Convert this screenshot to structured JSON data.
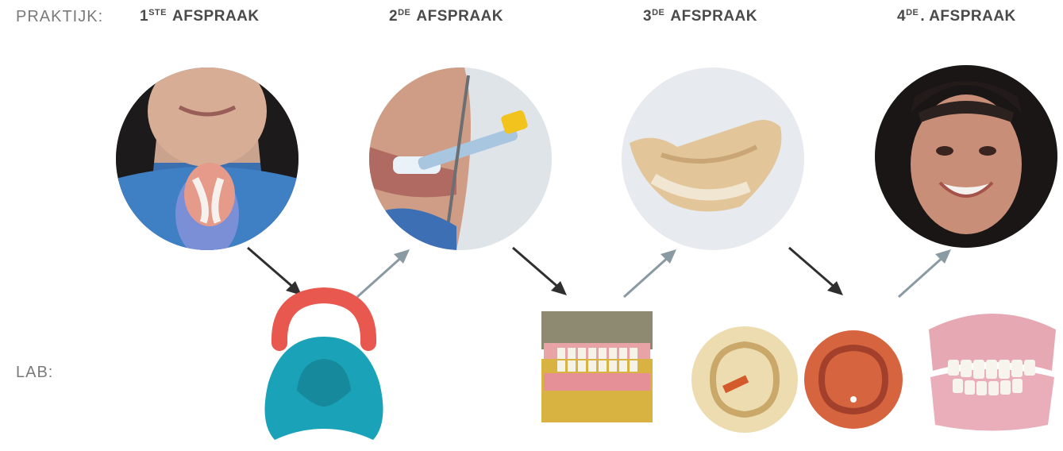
{
  "labels": {
    "praktijk": "PRAKTIJK:",
    "lab": "LAB:"
  },
  "steps": [
    {
      "num": "1",
      "suffix": "STE",
      "rest": " AFSPRAAK"
    },
    {
      "num": "2",
      "suffix": "DE",
      "rest": " AFSPRAAK"
    },
    {
      "num": "3",
      "suffix": "DE",
      "rest": " AFSPRAAK"
    },
    {
      "num": "4",
      "suffix": "DE",
      "rest": ". AFSPRAAK"
    }
  ],
  "colors": {
    "arrow_down": "#2f2f2f",
    "arrow_up": "#8a9aa3",
    "label": "#7a7a7a",
    "step": "#4a4a4a"
  },
  "photos": [
    "patient-holding-impression",
    "impression-taking",
    "wax-try-in-denture",
    "smiling-patient"
  ],
  "lab_items": [
    "custom-tray-and-bite-rim",
    "articulated-wax-setup",
    "milled-denture-discs",
    "finished-denture"
  ]
}
